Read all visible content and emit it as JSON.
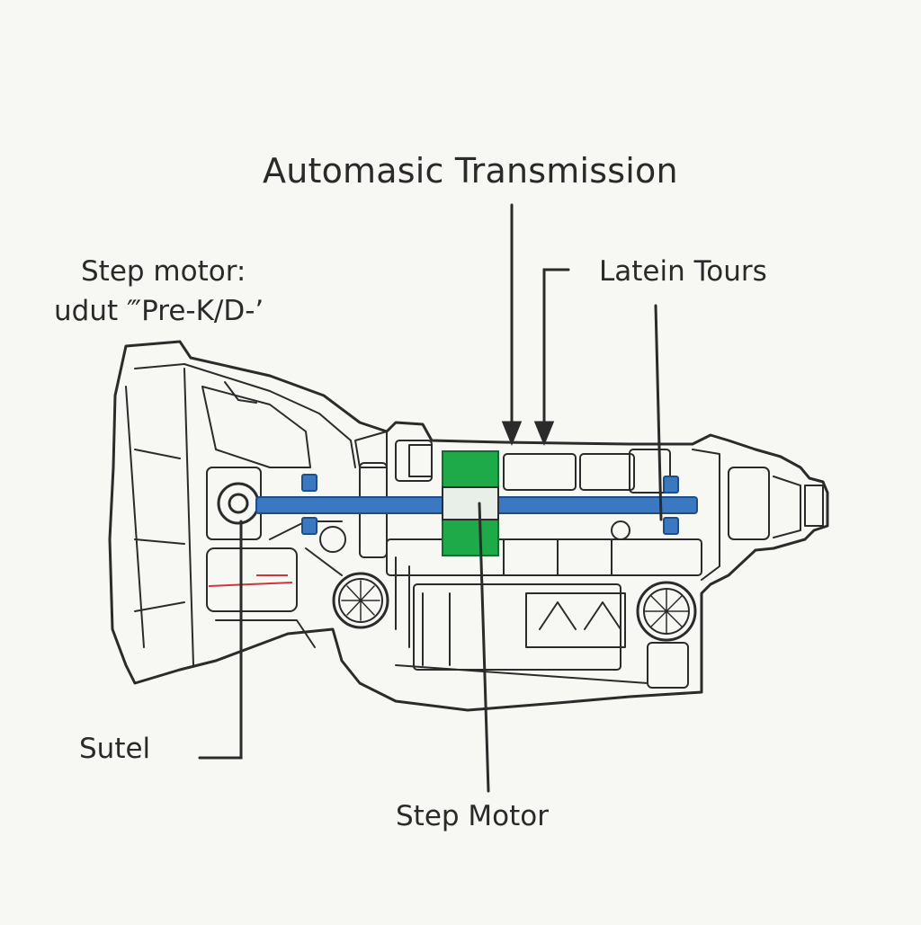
{
  "diagram": {
    "title": "Automasic Transmission",
    "labels": {
      "top_left_line1": "Step motor:",
      "top_left_line2": "udut ‴Pre-K/D-’",
      "top_right": "Latein Tours",
      "bottom_left": "Sutel",
      "bottom_center": "Step Motor"
    },
    "colors": {
      "line": "#2b2b2b",
      "shaft": "#3a78c2",
      "gear": "#1faa4a",
      "accent": "#c9363c",
      "background": "#f7f7f4"
    }
  }
}
